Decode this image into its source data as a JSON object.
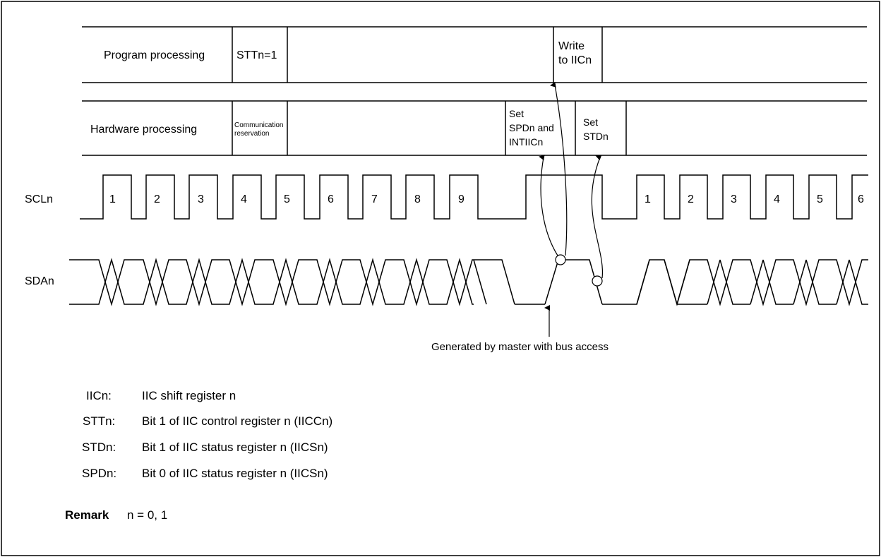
{
  "program_row": {
    "label": "Program processing",
    "cells": [
      "STTn=1",
      "Write",
      "to IICn"
    ]
  },
  "hardware_row": {
    "label": "Hardware processing",
    "cells": [
      "Communication",
      "reservation",
      "Set",
      "SPDn and",
      "INTIICn",
      "Set",
      "STDn"
    ]
  },
  "signals": {
    "scl": "SCLn",
    "sda": "SDAn"
  },
  "scl_pulses_before": [
    "1",
    "2",
    "3",
    "4",
    "5",
    "6",
    "7",
    "8",
    "9"
  ],
  "scl_pulses_after": [
    "1",
    "2",
    "3",
    "4",
    "5",
    "6"
  ],
  "annotation": "Generated by master with bus access",
  "legend": [
    {
      "term": "IICn:",
      "desc": "IIC shift register n"
    },
    {
      "term": "STTn:",
      "desc": "Bit 1 of IIC control register n (IICCn)"
    },
    {
      "term": "STDn:",
      "desc": "Bit 1 of IIC status register n (IICSn)"
    },
    {
      "term": "SPDn:",
      "desc": "Bit 0 of IIC status register n (IICSn)"
    }
  ],
  "remark": {
    "label": "Remark",
    "text": "n = 0, 1"
  }
}
